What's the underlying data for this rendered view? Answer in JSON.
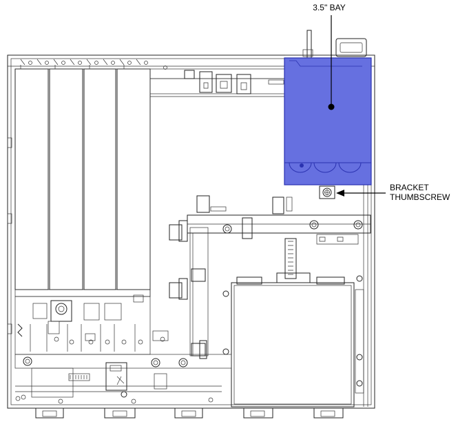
{
  "callouts": {
    "bay_label": "3.5\" BAY",
    "bracket_label_line1": "BRACKET",
    "bracket_label_line2": "THUMBSCREW"
  },
  "colors": {
    "bay_highlight_fill": "#6670e0",
    "bay_highlight_stroke": "#2a32b0",
    "line": "#222222",
    "background": "#ffffff"
  },
  "icons": [
    "thumbscrew-icon",
    "arrow-icon",
    "callout-dot-icon"
  ]
}
